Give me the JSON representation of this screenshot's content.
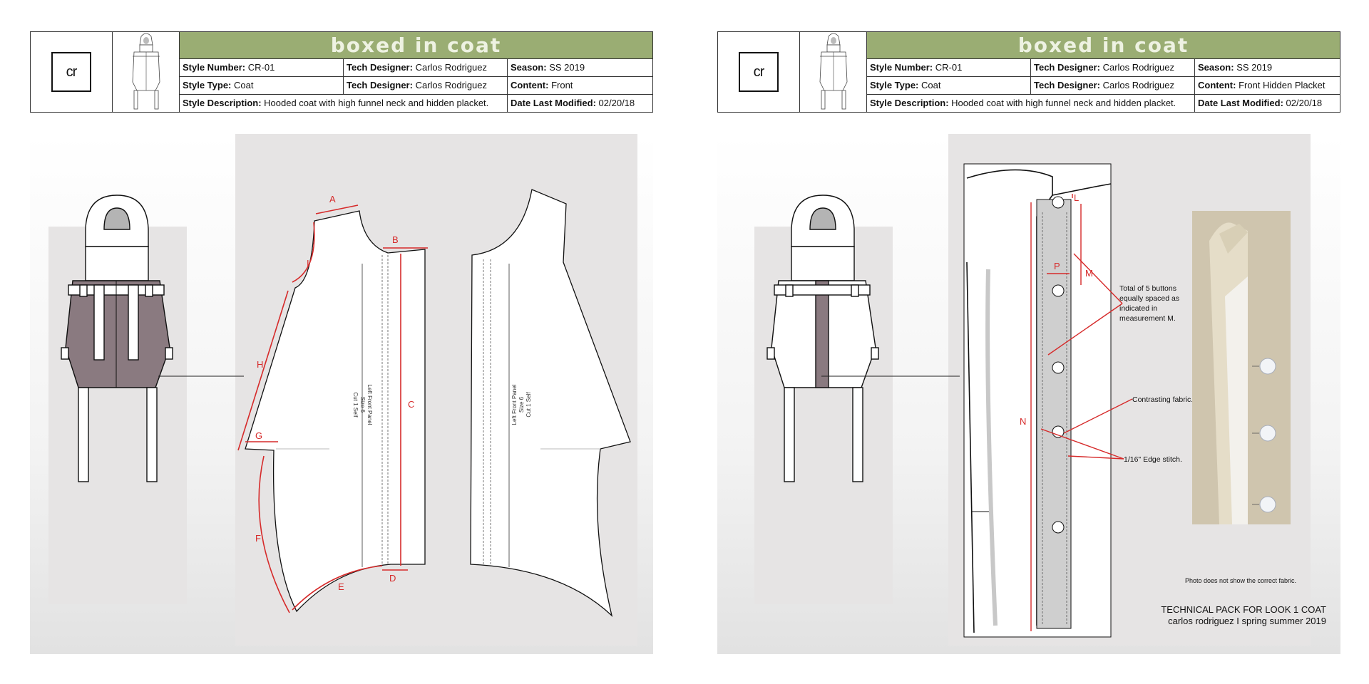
{
  "sheets": [
    {
      "logo_text": "cr",
      "title": "boxed in coat",
      "fields": {
        "style_number_label": "Style Number:",
        "style_number": "CR-01",
        "tech_designer_label": "Tech Designer:",
        "tech_designer": "Carlos Rodriguez",
        "season_label": "Season:",
        "season": "SS 2019",
        "style_type_label": "Style Type:",
        "style_type": "Coat",
        "tech_designer_2_label": "Tech Designer:",
        "tech_designer_2": "Carlos Rodriguez",
        "content_label": "Content:",
        "content": "Front",
        "style_description_label": "Style Description:",
        "style_description": "Hooded coat with high funnel neck and hidden placket.",
        "date_label": "Date Last Modified:",
        "date": "02/20/18"
      },
      "measure_labels": [
        "A",
        "B",
        "C",
        "D",
        "E",
        "F",
        "G",
        "H",
        "I"
      ],
      "pattern_text_left": [
        "Left Front Panel",
        "Size 6",
        "Cut 1 Self"
      ],
      "pattern_text_right": [
        "Left Front Panel",
        "Size 6",
        "Cut 1 Self"
      ]
    },
    {
      "logo_text": "cr",
      "title": "boxed in coat",
      "fields": {
        "style_number_label": "Style Number:",
        "style_number": "CR-01",
        "tech_designer_label": "Tech Designer:",
        "tech_designer": "Carlos Rodriguez",
        "season_label": "Season:",
        "season": "SS 2019",
        "style_type_label": "Style Type:",
        "style_type": "Coat",
        "tech_designer_2_label": "Tech Designer:",
        "tech_designer_2": "Carlos Rodriguez",
        "content_label": "Content:",
        "content": "Front Hidden Placket",
        "style_description_label": "Style Description:",
        "style_description": "Hooded coat with high funnel neck and hidden placket.",
        "date_label": "Date Last Modified:",
        "date": "02/20/18"
      },
      "measure_labels": [
        "L",
        "P",
        "M",
        "N"
      ],
      "notes": {
        "buttons_1": "Total of  5 buttons",
        "buttons_2": "equally spaced as",
        "buttons_3": "indicated in",
        "buttons_4": "measurement M.",
        "contrast": "Contrasting fabric.",
        "edge": "1/16\" Edge stitch."
      },
      "photo_caption": "Photo does not show the correct fabric.",
      "footer_line_1": "TECHNICAL PACK FOR LOOK 1 COAT",
      "footer_line_2": "carlos rodriguez  I  spring summer 2019"
    }
  ],
  "colors": {
    "header_band": "#9aad73",
    "accent_red": "#d62a2a",
    "coat_mauve": "#8a7a80",
    "panel_gray": "#e6e4e4"
  }
}
